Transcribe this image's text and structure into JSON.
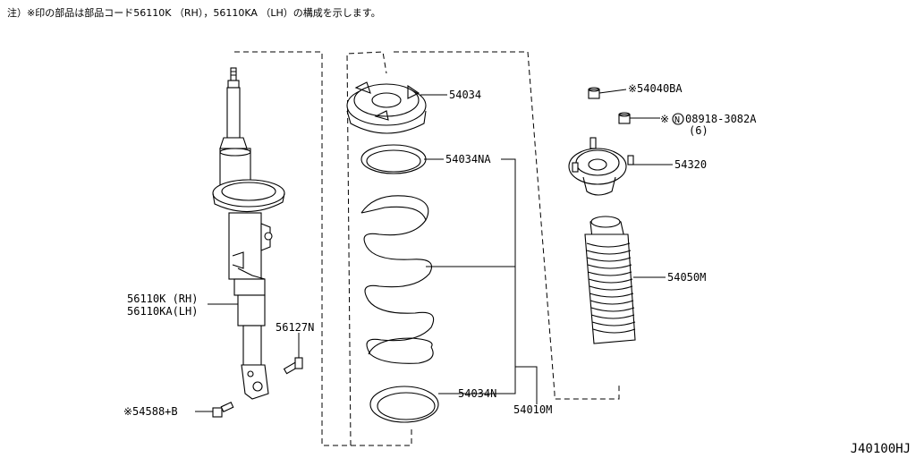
{
  "note": "注）※印の部品は部品コード56110K （RH），56110KA （LH）の構成を示します。",
  "drawing_code": "J40100HJ",
  "labels": {
    "p54034": "54034",
    "p54034NA": "54034NA",
    "p54040BA": "※54040BA",
    "p08918_prefix": "※",
    "p08918_n": "N",
    "p08918": "08918-3082A",
    "p08918_qty": "(6)",
    "p54320": "54320",
    "p54050M": "54050M",
    "p56110K": "56110K (RH)",
    "p56110KA": "56110KA(LH)",
    "p56127N": "56127N",
    "p54588B": "※54588+B",
    "p54034N": "54034N",
    "p54010M": "54010M"
  }
}
